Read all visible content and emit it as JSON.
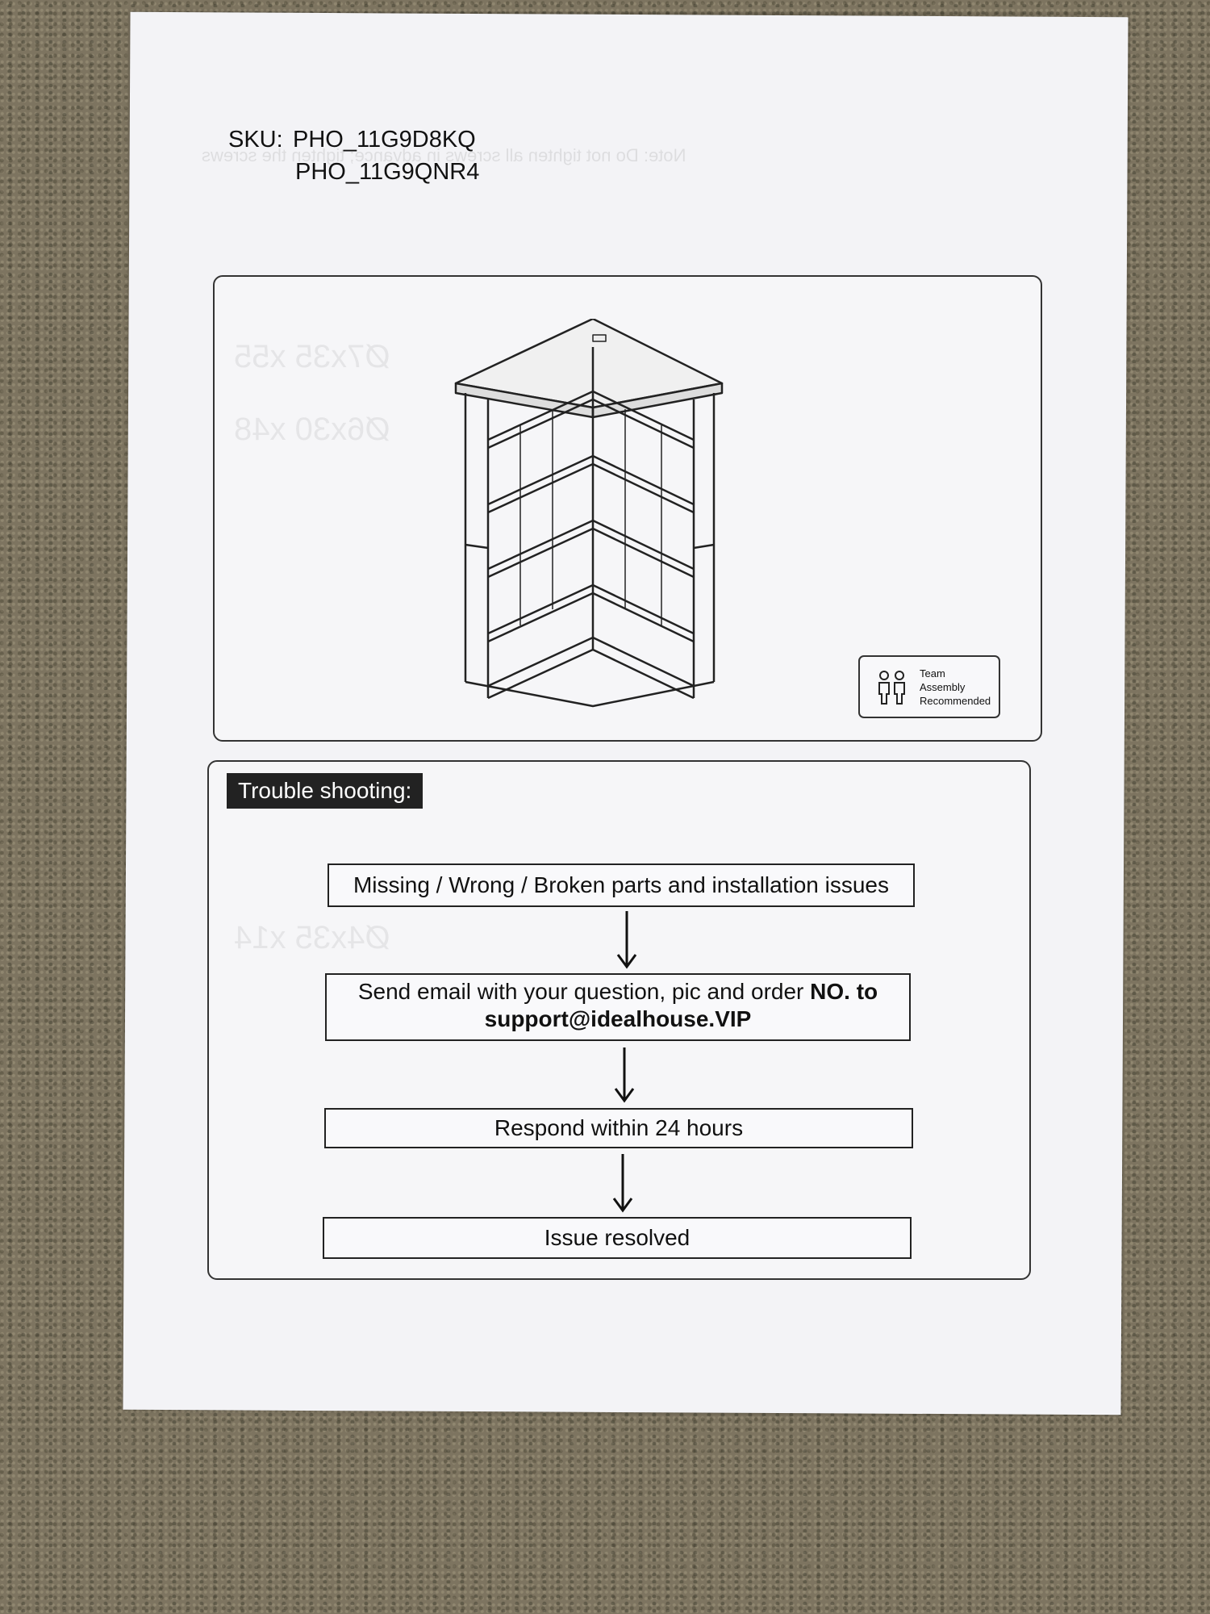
{
  "sku": {
    "label": "SKU:",
    "codes": [
      "PHO_11G9D8KQ",
      "PHO_11G9QNR4"
    ]
  },
  "badge": {
    "lines": [
      "Team",
      "Assembly",
      "Recommended"
    ]
  },
  "troubleshooting": {
    "title": "Trouble shooting:",
    "step1": "Missing / Wrong / Broken parts and installation issues",
    "step2_text": "Send email with your question, pic and order ",
    "step2_bold": "NO. to",
    "step2_email": "support@idealhouse.VIP",
    "step3": "Respond within 24 hours",
    "step4": "Issue resolved"
  }
}
